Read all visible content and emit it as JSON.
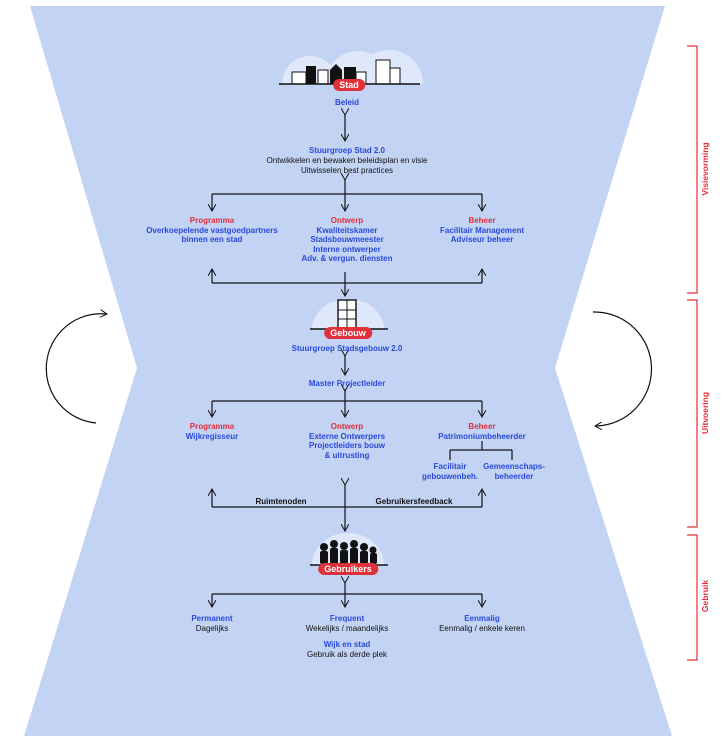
{
  "stad": {
    "badge": "Stad",
    "beleid": "Beleid",
    "stuurgroep_title": "Stuurgroep Stad 2.0",
    "stuurgroep_line1": "Ontwikkelen en bewaken beleidsplan en visie",
    "stuurgroep_line2": "Uitwisselen best practices",
    "programma": {
      "heading": "Programma",
      "lines": [
        "Overkoepelende vastgoedpartners",
        "binnen een stad"
      ]
    },
    "ontwerp": {
      "heading": "Ontwerp",
      "lines": [
        "Kwaliteitskamer",
        "Stadsbouwmeester",
        "Interne ontwerper",
        "Adv. & vergun. diensten"
      ]
    },
    "beheer": {
      "heading": "Beheer",
      "lines": [
        "Facilitair Management",
        "Adviseur beheer"
      ]
    }
  },
  "gebouw": {
    "badge": "Gebouw",
    "stuurgroep": "Stuurgroep Stadsgebouw 2.0",
    "master": "Master Projectleider",
    "programma": {
      "heading": "Programma",
      "lines": [
        "Wijkregisseur"
      ]
    },
    "ontwerp": {
      "heading": "Ontwerp",
      "lines": [
        "Externe Ontwerpers",
        "Projectleiders bouw",
        "& uitrusting"
      ]
    },
    "beheer": {
      "heading": "Beheer",
      "lines": [
        "Patrimoniumbeheerder"
      ]
    },
    "sub_left": [
      "Facilitair",
      "gebouwenbeh."
    ],
    "sub_right": [
      "Gemeenschaps-",
      "beheerder"
    ],
    "ruimtenoden": "Ruimtenoden",
    "feedback": "Gebruikersfeedback"
  },
  "gebruikers": {
    "badge": "Gebruikers",
    "permanent": {
      "heading": "Permanent",
      "line": "Dagelijks"
    },
    "frequent": {
      "heading": "Frequent",
      "line": "Wekelijks / maandelijks"
    },
    "eenmalig": {
      "heading": "Eenmalig",
      "line": "Eenmalig / enkele keren"
    },
    "wijk": {
      "heading": "Wijk en stad",
      "line": "Gebruik als derde plek"
    }
  },
  "phases": [
    "Visievorming",
    "Uitvoering",
    "Gebruik"
  ],
  "colors": {
    "hourglass": "#c3d3f4",
    "accent": "#e0303a",
    "text_blue": "#2a49d9"
  }
}
